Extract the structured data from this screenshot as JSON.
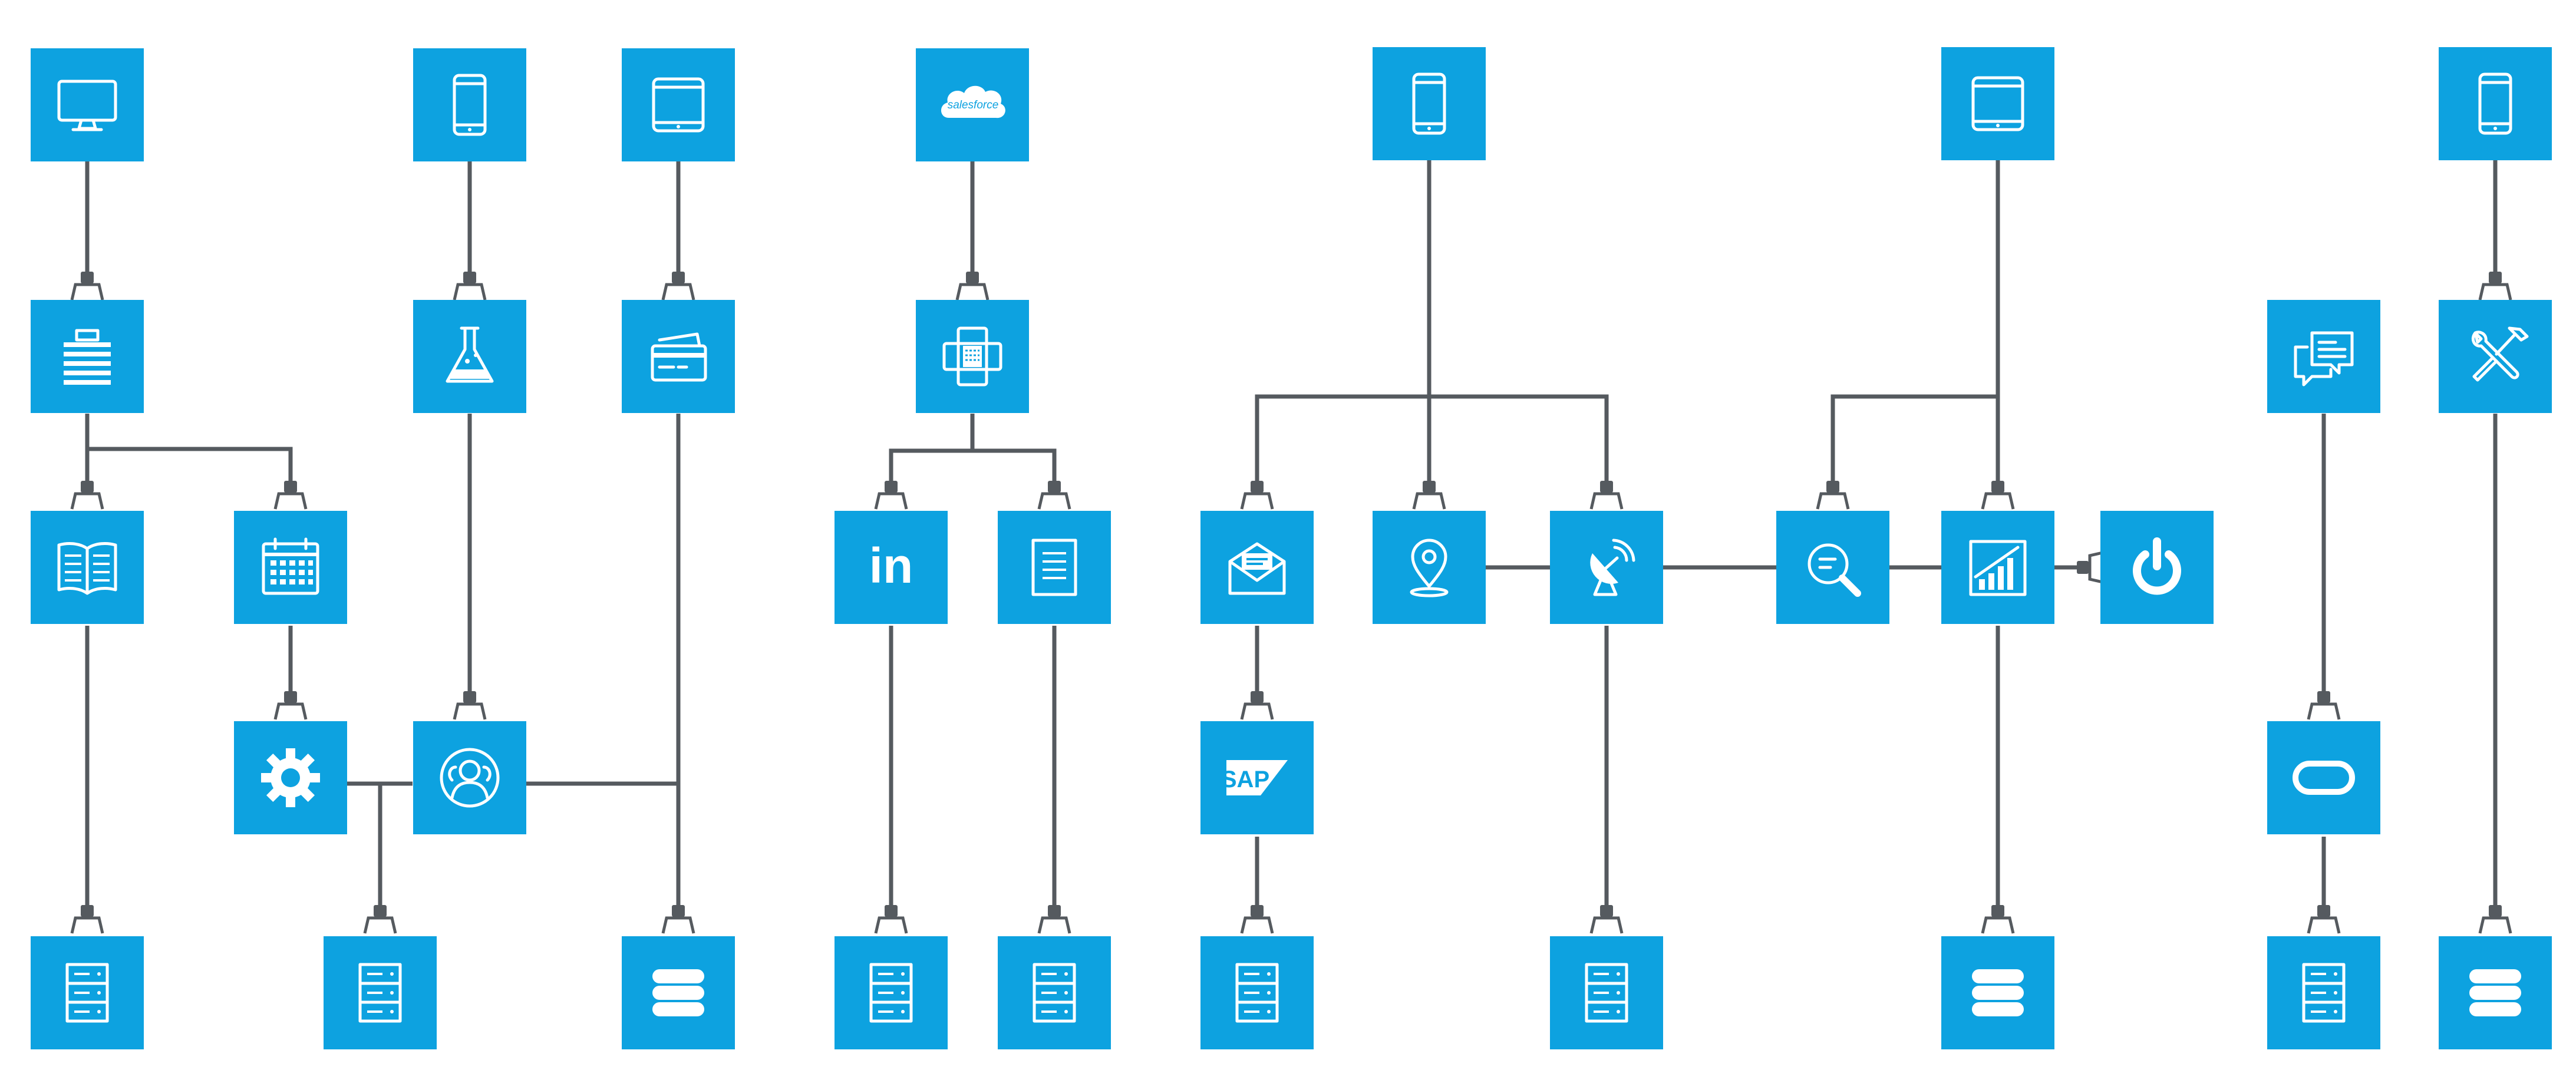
{
  "accent_color": "#0da2e0",
  "wire_color": "#555a5f",
  "logo_text": {
    "salesforce": "salesforce",
    "linkedin": "in",
    "sap": "SAP"
  },
  "nodes": [
    {
      "id": "desktop-1",
      "icon": "desktop-icon"
    },
    {
      "id": "phone-1",
      "icon": "smartphone-icon"
    },
    {
      "id": "tablet-1",
      "icon": "tablet-icon"
    },
    {
      "id": "salesforce",
      "icon": "salesforce-logo"
    },
    {
      "id": "phone-2",
      "icon": "smartphone-icon"
    },
    {
      "id": "tablet-2",
      "icon": "tablet-icon"
    },
    {
      "id": "phone-3",
      "icon": "smartphone-icon"
    },
    {
      "id": "cashier",
      "icon": "cash-register-icon"
    },
    {
      "id": "lab",
      "icon": "flask-icon"
    },
    {
      "id": "payment",
      "icon": "credit-card-icon"
    },
    {
      "id": "fax",
      "icon": "fax-icon"
    },
    {
      "id": "chat",
      "icon": "chat-bubbles-icon"
    },
    {
      "id": "tools",
      "icon": "tools-icon"
    },
    {
      "id": "book",
      "icon": "book-icon"
    },
    {
      "id": "calendar",
      "icon": "calendar-icon"
    },
    {
      "id": "linkedin",
      "icon": "linkedin-logo"
    },
    {
      "id": "document",
      "icon": "document-icon"
    },
    {
      "id": "email",
      "icon": "email-icon"
    },
    {
      "id": "location",
      "icon": "map-pin-icon"
    },
    {
      "id": "satellite",
      "icon": "satellite-dish-icon"
    },
    {
      "id": "search",
      "icon": "search-icon"
    },
    {
      "id": "analytics",
      "icon": "bar-chart-icon"
    },
    {
      "id": "power",
      "icon": "power-icon"
    },
    {
      "id": "settings",
      "icon": "gear-icon"
    },
    {
      "id": "users",
      "icon": "users-icon"
    },
    {
      "id": "sap",
      "icon": "sap-logo"
    },
    {
      "id": "oracle",
      "icon": "oracle-logo"
    },
    {
      "id": "server-1",
      "icon": "server-icon"
    },
    {
      "id": "server-2",
      "icon": "server-icon"
    },
    {
      "id": "database-1",
      "icon": "database-icon"
    },
    {
      "id": "server-3",
      "icon": "server-icon"
    },
    {
      "id": "server-4",
      "icon": "server-icon"
    },
    {
      "id": "server-5",
      "icon": "server-icon"
    },
    {
      "id": "server-6",
      "icon": "server-icon"
    },
    {
      "id": "database-2",
      "icon": "database-icon"
    },
    {
      "id": "server-7",
      "icon": "server-icon"
    },
    {
      "id": "database-3",
      "icon": "database-icon"
    }
  ]
}
